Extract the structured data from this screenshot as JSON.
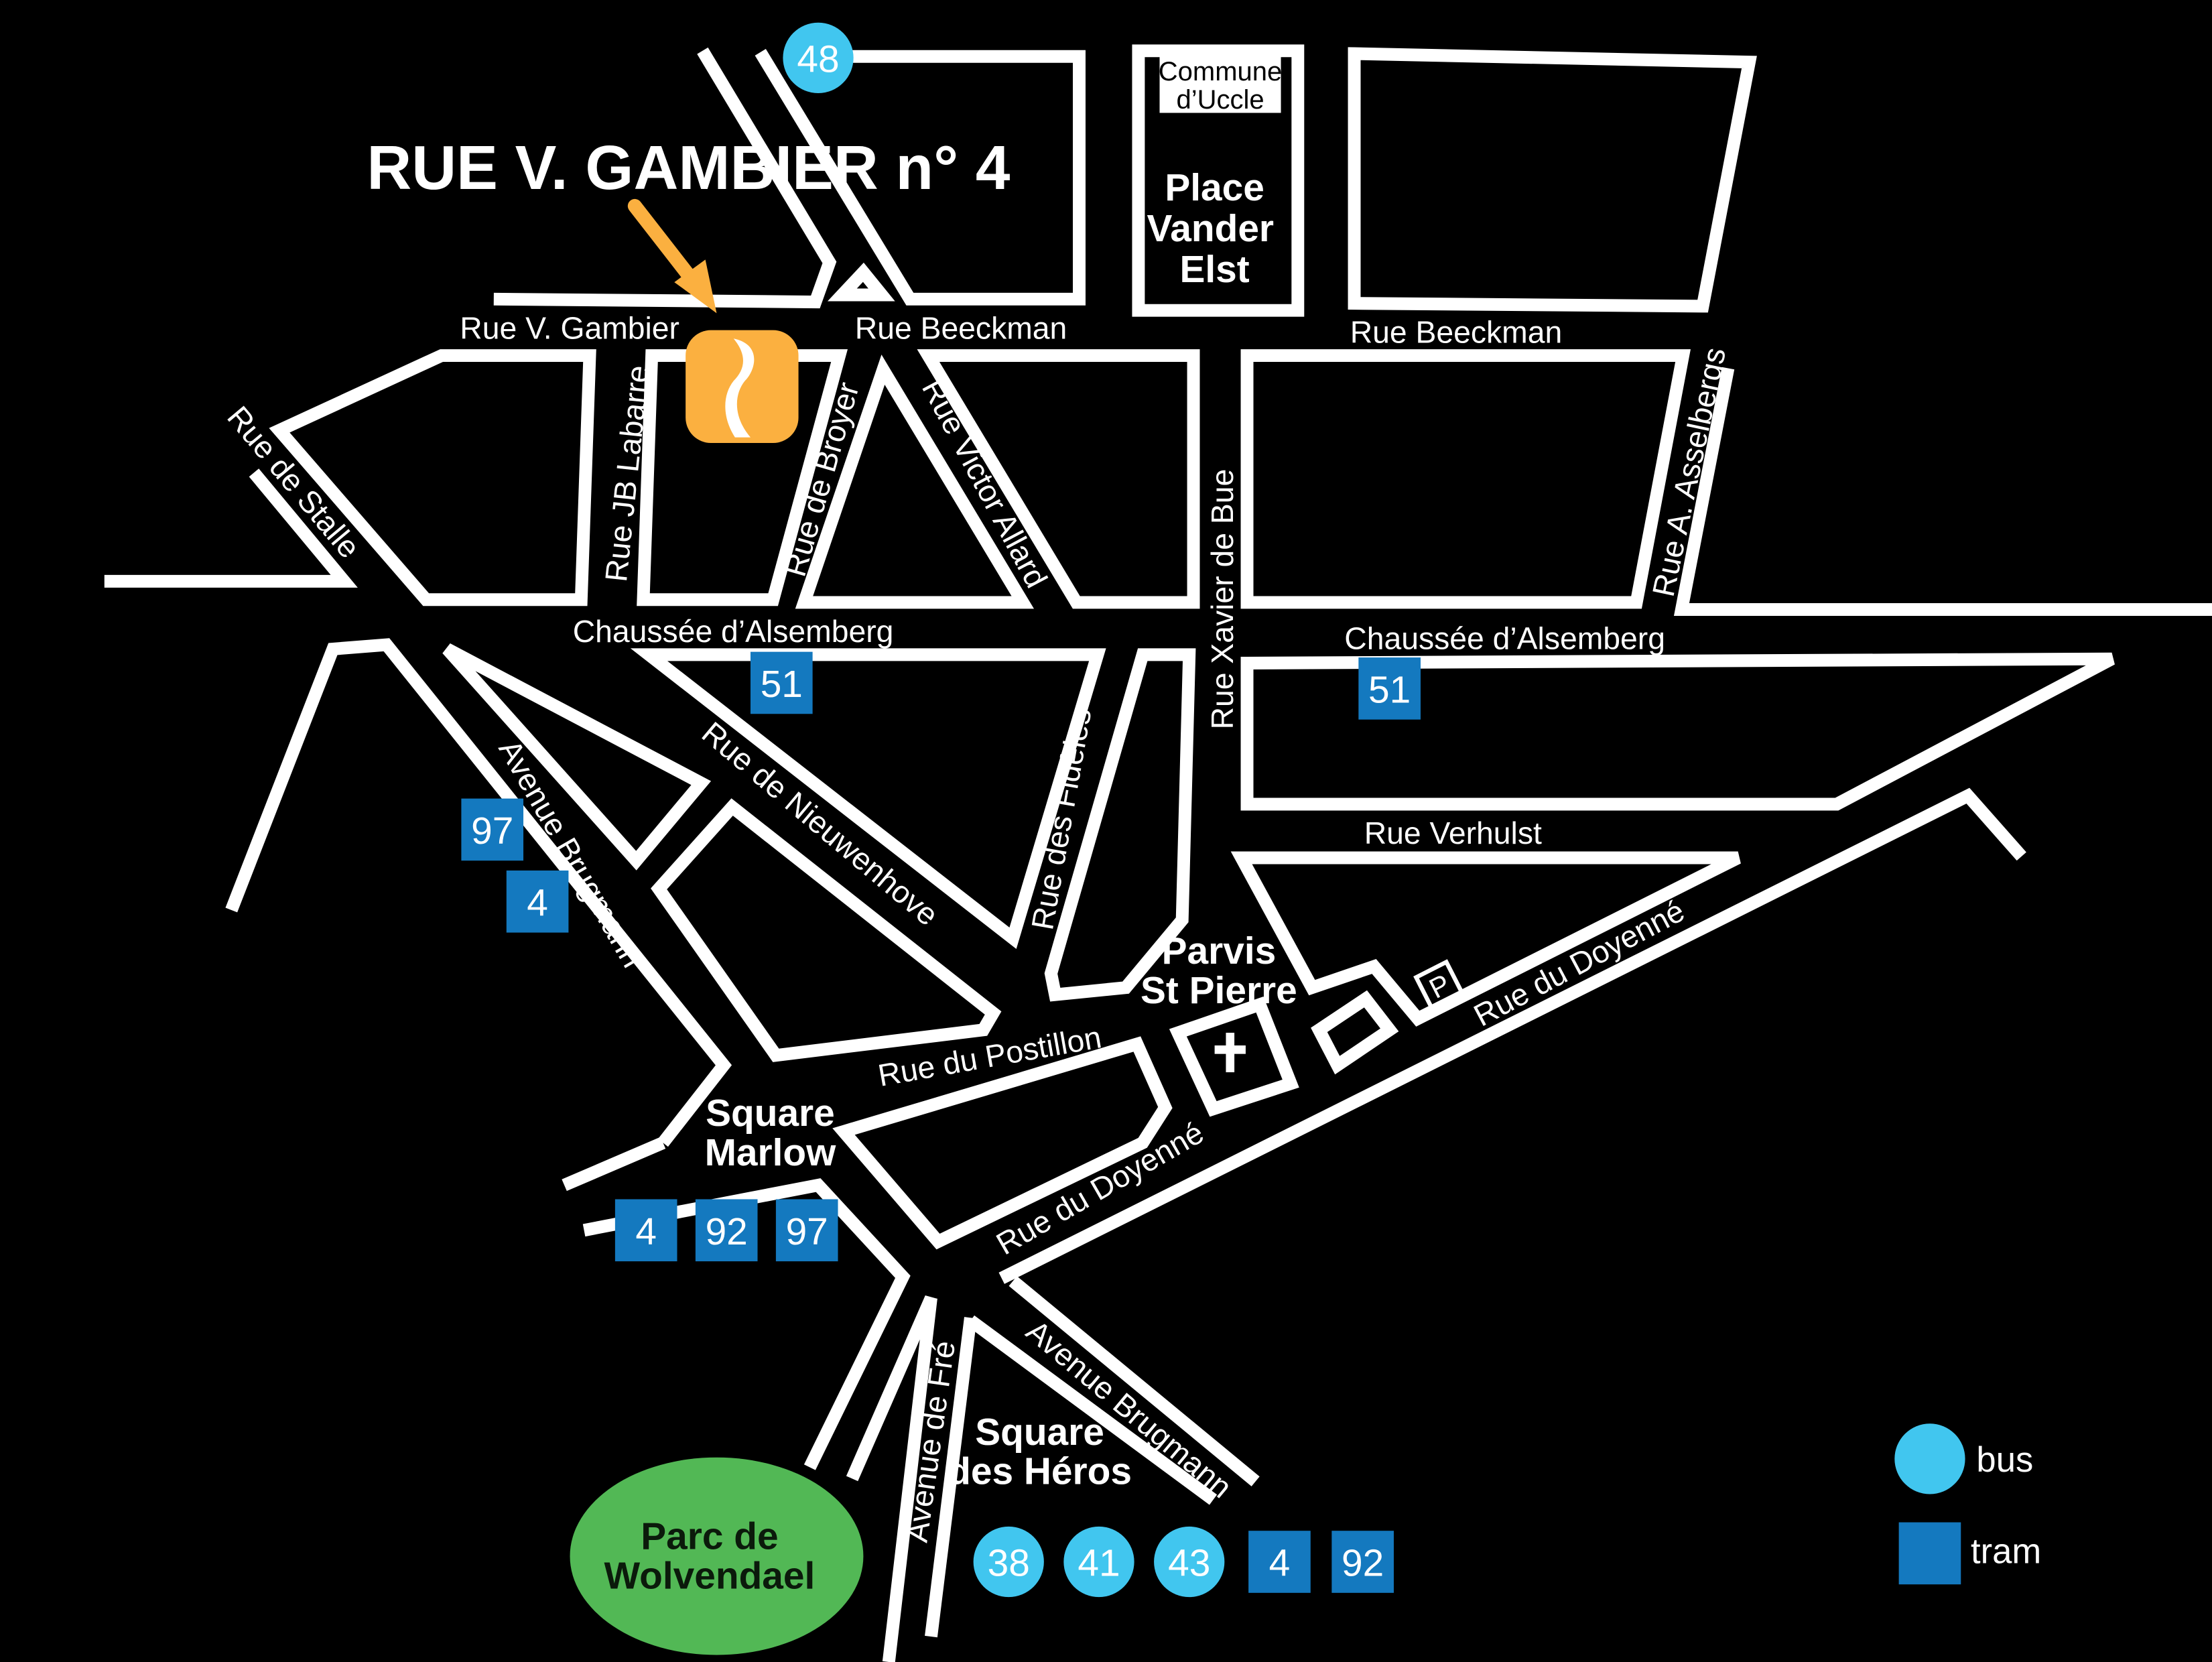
{
  "map": {
    "address": "RUE V. GAMBIER n° 4",
    "commune": {
      "line1": "Commune",
      "line2": "d’Uccle"
    },
    "places": {
      "vander_elst": [
        "Place",
        "Vander",
        "Elst"
      ],
      "parvis": [
        "Parvis",
        "St Pierre"
      ],
      "marlow": [
        "Square",
        "Marlow"
      ],
      "heros": [
        "Square",
        "des Héros"
      ],
      "parc": [
        "Parc de",
        "Wolvendael"
      ]
    },
    "streets": {
      "gambier": "Rue V. Gambier",
      "beeckman_1": "Rue Beeckman",
      "beeckman_2": "Rue Beeckman",
      "stalle": "Rue de Stalle",
      "labarre": "Rue JB Labarre",
      "broyer": "Rue de Broyer",
      "allard": "Rue Victor Allard",
      "xavier": "Rue Xavier de Bue",
      "asselbergs": "Rue A. Asselbergs",
      "alsemberg_1": "Chaussée d’Alsemberg",
      "alsemberg_2": "Chaussée d’Alsemberg",
      "brugmann_1": "Avenue Brugmann",
      "nieuwenhove": "Rue de Nieuwenhove",
      "fideles": "Rue des Fidèles",
      "verhulst": "Rue Verhulst",
      "postillon": "Rue du Postillon",
      "doyenne_1": "Rue du Doyenné",
      "doyenne_2": "Rue du Doyenné",
      "fre": "Avenue de Fré",
      "brugmann_2": "Avenue Brugmann"
    },
    "stops": {
      "bus_48": "48",
      "tram_51_a": "51",
      "tram_51_b": "51",
      "tram_97_a": "97",
      "tram_4_a": "4",
      "tram_4_b": "4",
      "tram_92_a": "92",
      "tram_97_b": "97",
      "bus_38": "38",
      "bus_41": "41",
      "bus_43": "43",
      "tram_4_c": "4",
      "tram_92_b": "92"
    },
    "parking": "P"
  },
  "legend": {
    "bus": "bus",
    "tram": "tram"
  },
  "colors": {
    "background": "#000000",
    "street_outline": "#ffffff",
    "bus": "#41c6ef",
    "tram": "#1479bf",
    "marker": "#fbb040",
    "park": "#52b855"
  },
  "icons": {
    "marker": "location-logo-icon",
    "arrow": "pointer-arrow-icon",
    "church": "cross-icon",
    "parking": "parking-icon"
  }
}
